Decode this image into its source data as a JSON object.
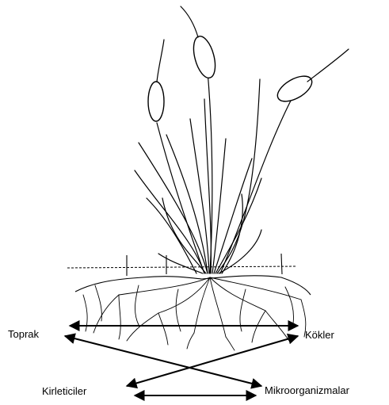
{
  "labels": {
    "toprak": "Toprak",
    "kokler": "Kökler",
    "kirleticiler": "Kirleticiler",
    "mikroorganizmalar": "Mikroorganizmalar"
  },
  "colors": {
    "ink": "#000000",
    "background": "#ffffff"
  }
}
